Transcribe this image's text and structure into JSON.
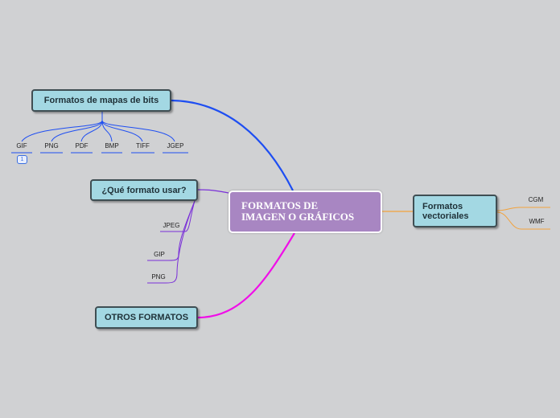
{
  "central": {
    "label": "FORMATOS DE\nIMAGEN O GRÁFICOS"
  },
  "topics": {
    "bits": "Formatos de mapas de bits",
    "que": "¿Qué formato usar?",
    "otros": "OTROS FORMATOS",
    "vect": "Formatos\nvectoriales"
  },
  "bits_children": [
    "GIF",
    "PNG",
    "PDF",
    "BMP",
    "TIFF",
    "JGEP"
  ],
  "gif_badge": "1",
  "que_children": [
    "JPEG",
    "GIP",
    "PNG"
  ],
  "vect_children": [
    "CGM",
    "WMF"
  ],
  "colors": {
    "background": "#d0d1d3",
    "topic_fill": "#a3d8e3",
    "central_fill": "#a886c2",
    "bits_branch": "#1e4ef2",
    "que_branch": "#7a30d8",
    "otros_branch": "#f00ee8",
    "vect_branch": "#f2a23c"
  }
}
